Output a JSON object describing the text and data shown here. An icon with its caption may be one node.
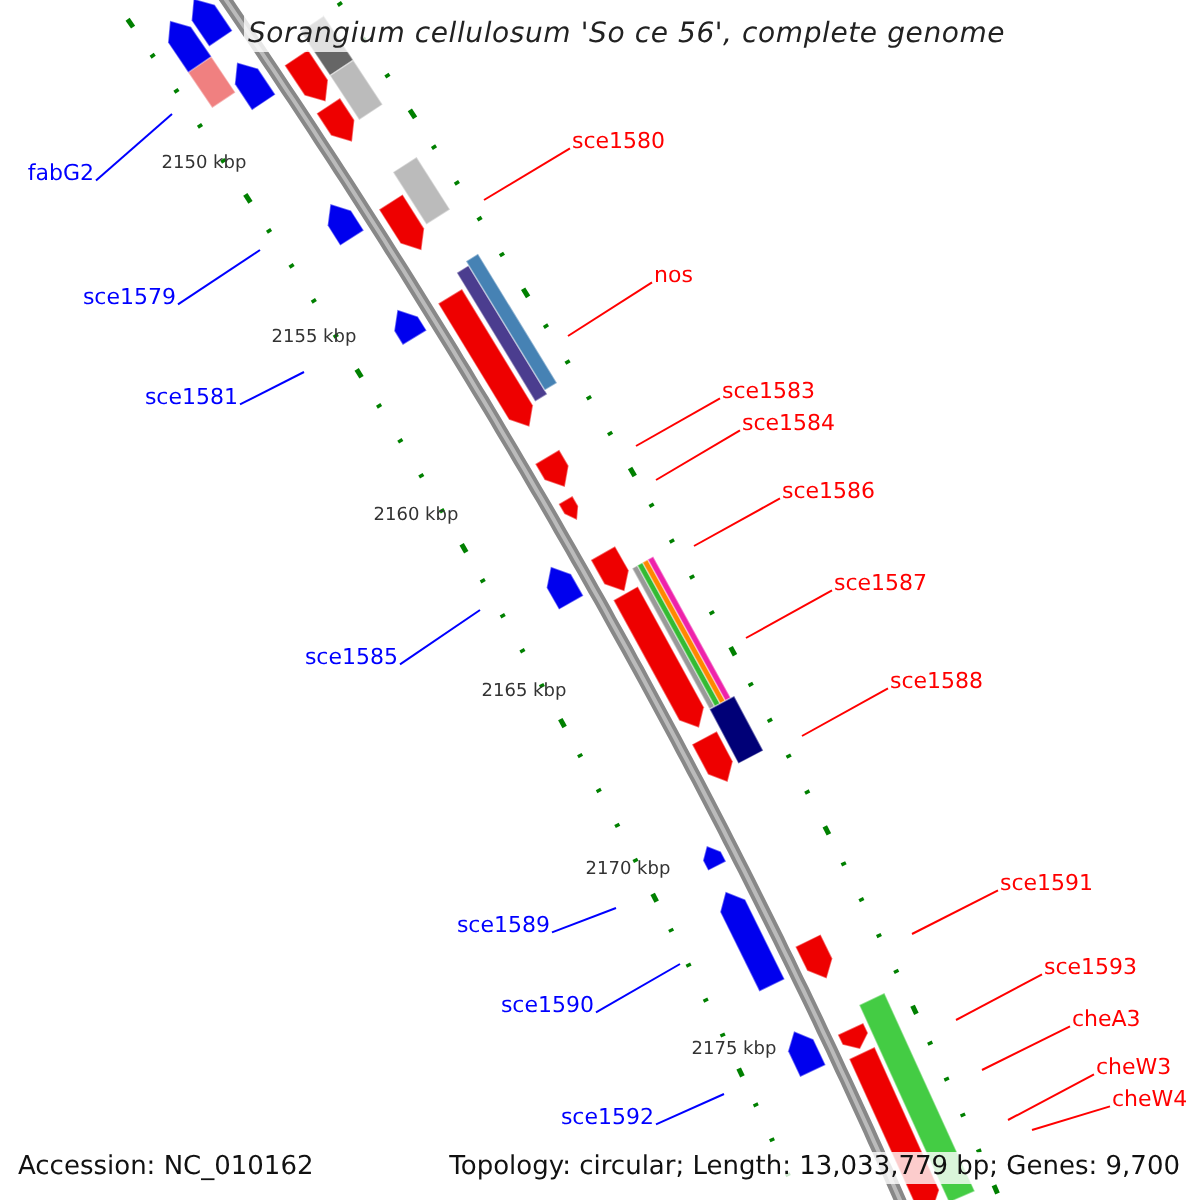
{
  "diagram": {
    "title": "Sorangium cellulosum 'So ce 56', complete genome",
    "nodes": [
      {
        "text": [
          "sce1580"
        ]
      },
      {
        "text": [
          "fabG2"
        ]
      },
      {
        "text": [
          "nos"
        ]
      },
      {
        "text": [
          "sce1579"
        ]
      },
      {
        "text": [
          "sce1583"
        ]
      },
      {
        "text": [
          "sce1581"
        ]
      },
      {
        "text": [
          "sce1584"
        ]
      },
      {
        "text": [
          "sce1586"
        ]
      },
      {
        "text": [
          "sce1587"
        ]
      },
      {
        "text": [
          "sce1585"
        ]
      },
      {
        "text": [
          "sce1588"
        ]
      },
      {
        "text": [
          "sce1591"
        ]
      },
      {
        "text": [
          "sce1589"
        ]
      },
      {
        "text": [
          "sce1593"
        ]
      },
      {
        "text": [
          "sce1590"
        ]
      },
      {
        "text": [
          "cheA3"
        ]
      },
      {
        "text": [
          "cheW3"
        ]
      },
      {
        "text": [
          "cheW4"
        ]
      },
      {
        "text": [
          "sce1592"
        ]
      }
    ],
    "edges": [
      {
        "from": 0,
        "to": null,
        "arrow": "none"
      },
      {
        "from": 1,
        "to": null,
        "arrow": "none",
        "color": "#0000ff"
      },
      {
        "from": 2,
        "to": null,
        "arrow": "none"
      },
      {
        "from": 3,
        "to": null,
        "arrow": "none",
        "color": "#0000ff"
      },
      {
        "from": 4,
        "to": null,
        "arrow": "none"
      },
      {
        "from": 5,
        "to": null,
        "arrow": "none",
        "color": "#0000ff"
      },
      {
        "from": 6,
        "to": null,
        "arrow": "none"
      },
      {
        "from": 7,
        "to": null,
        "arrow": "none"
      },
      {
        "from": 8,
        "to": null,
        "arrow": "none"
      },
      {
        "from": 9,
        "to": null,
        "arrow": "none",
        "color": "#0000ff"
      },
      {
        "from": 10,
        "to": null,
        "arrow": "none"
      },
      {
        "from": 11,
        "to": null,
        "arrow": "none"
      },
      {
        "from": 12,
        "to": null,
        "arrow": "none",
        "color": "#0000ff"
      },
      {
        "from": 13,
        "to": null,
        "arrow": "none"
      },
      {
        "from": 14,
        "to": null,
        "arrow": "none",
        "color": "#0000ff"
      },
      {
        "from": 15,
        "to": null,
        "arrow": "none"
      },
      {
        "from": 16,
        "to": null,
        "arrow": "none"
      },
      {
        "from": 17,
        "to": null,
        "arrow": "none"
      },
      {
        "from": 18,
        "to": null,
        "arrow": "none",
        "color": "#0000ff"
      }
    ],
    "labels": [
      "2150 kbp",
      "2155 kbp",
      "2160 kbp",
      "2165 kbp",
      "2170 kbp",
      "2175 kbp",
      "Accession: NC_010162",
      "Topology: circular; Length: 13,033,779 bp; Genes: 9,700"
    ]
  }
}
